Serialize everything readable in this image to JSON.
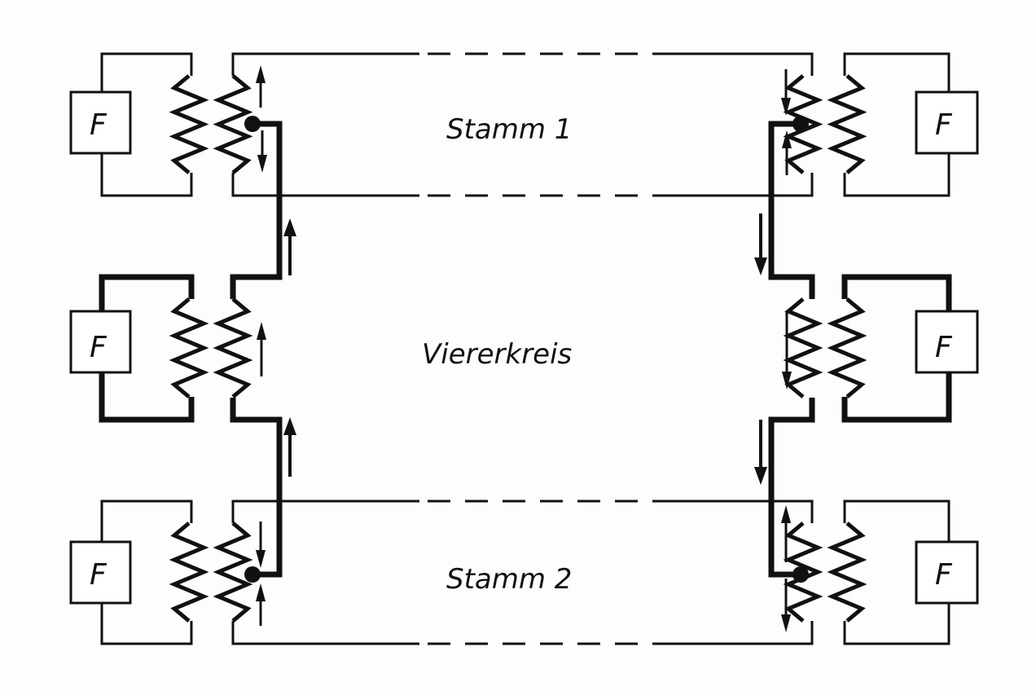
{
  "diagram": {
    "labels": {
      "stamm1": "Stamm 1",
      "viererkreis": "Viererkreis",
      "stamm2": "Stamm 2"
    },
    "device_label": "F",
    "colors": {
      "line": "#111111",
      "background": "#fdfdfb"
    }
  }
}
